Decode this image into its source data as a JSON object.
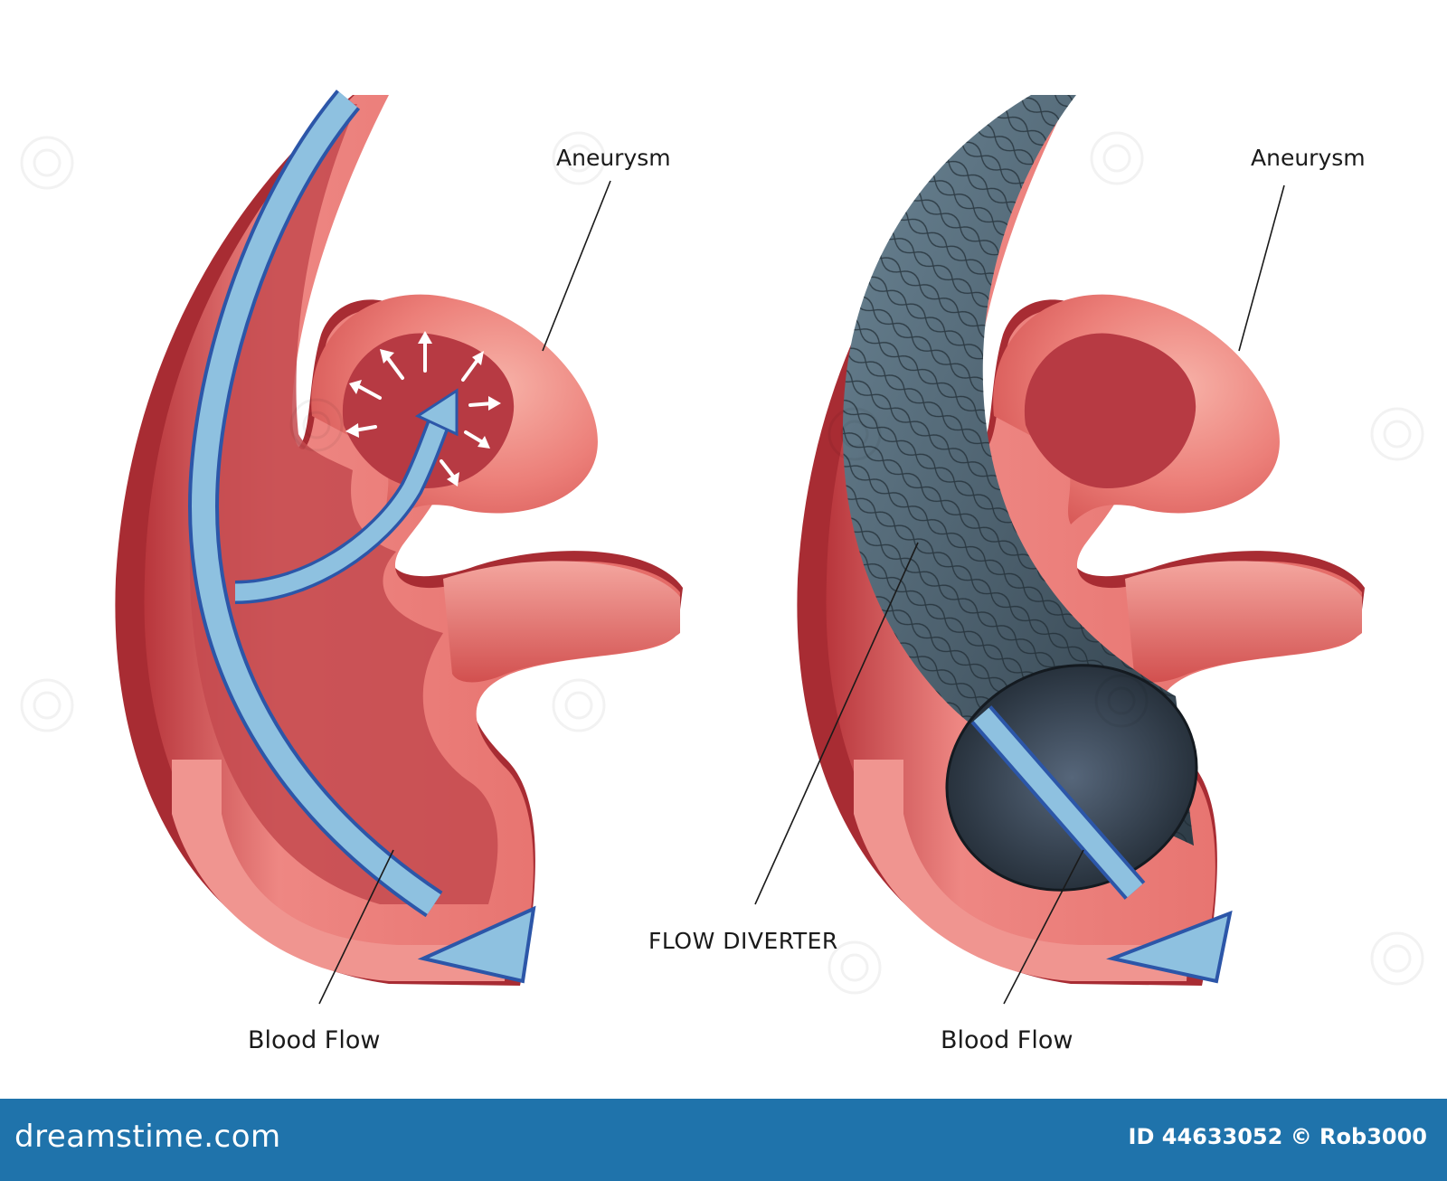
{
  "labels": {
    "left_aneurysm": "Aneurysm",
    "left_blood_flow": "Blood Flow",
    "right_aneurysm": "Aneurysm",
    "right_blood_flow": "Blood Flow",
    "flow_diverter": "FLOW DIVERTER"
  },
  "footer": {
    "logo": "dreamstime.com",
    "credit": "ID 44633052 © Rob3000"
  },
  "colors": {
    "vessel_light": "#ef8a86",
    "vessel_mid": "#e2625f",
    "vessel_dark": "#a82c33",
    "lumen": "#b73a43",
    "arrow_fill": "#8ec1e0",
    "arrow_edge": "#2c56a8",
    "stent": "#3a4a56",
    "footer_bg": "#1f73ab"
  }
}
